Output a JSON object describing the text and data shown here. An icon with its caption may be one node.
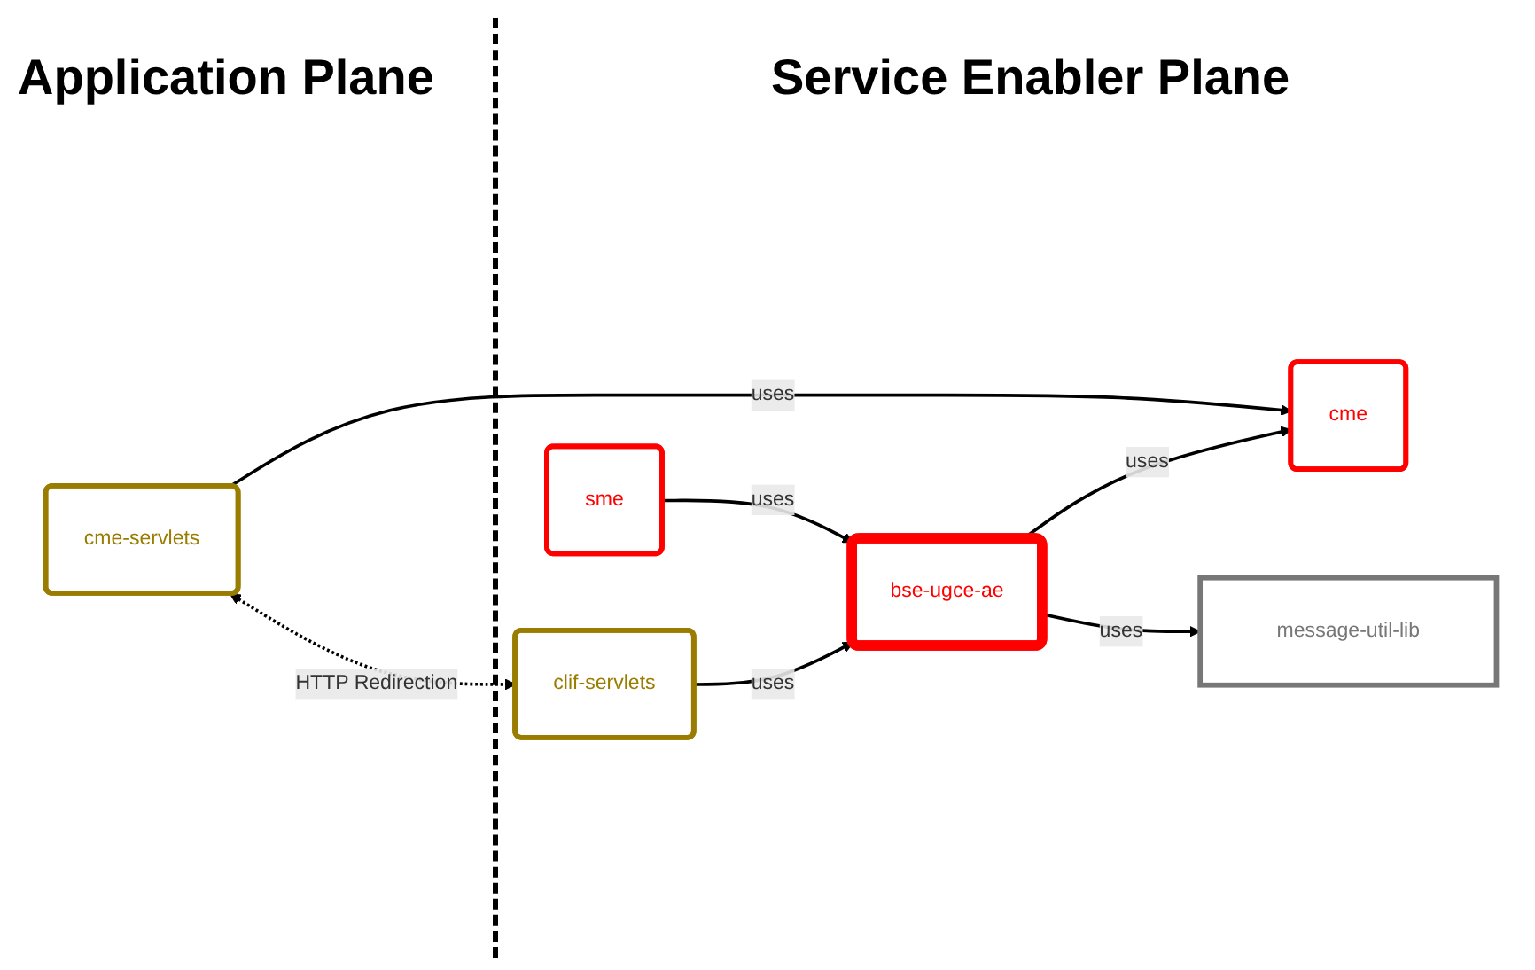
{
  "diagram": {
    "nodes": [
      {
        "text": [
          "cme-servlets"
        ]
      },
      {
        "text": [
          "cme"
        ]
      },
      {
        "text": [
          "sme"
        ]
      },
      {
        "text": [
          "clif-servlets"
        ]
      },
      {
        "text": [
          "bse-ugce-ae"
        ]
      },
      {
        "text": [
          "message-util-lib"
        ]
      }
    ],
    "edges": [
      {
        "from": 0,
        "to": 1,
        "arrow": "to",
        "label": "uses"
      },
      {
        "from": 0,
        "to": 3,
        "arrow": "both",
        "label": "HTTP Redirection",
        "style": "dashed"
      },
      {
        "from": 4,
        "to": 1,
        "arrow": "to",
        "label": "uses"
      },
      {
        "from": 2,
        "to": 4,
        "arrow": "to",
        "label": "uses"
      },
      {
        "from": 3,
        "to": 4,
        "arrow": "to",
        "label": "uses"
      },
      {
        "from": 4,
        "to": 5,
        "arrow": "to",
        "label": "uses"
      }
    ],
    "labels": [
      "Application Plane",
      "Service Enabler Plane"
    ]
  }
}
